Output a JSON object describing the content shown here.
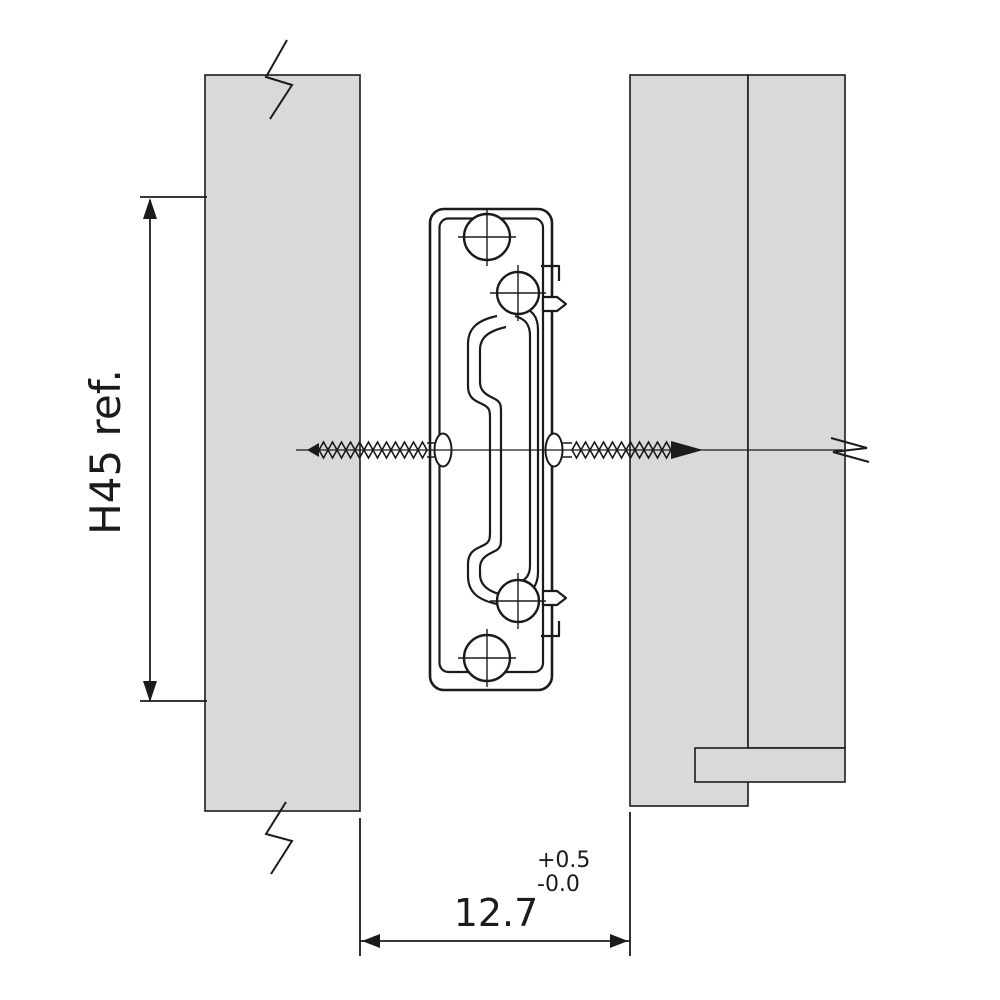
{
  "diagram": {
    "kind": "technical-drawing-drawer-slide-cross-section",
    "labels": {
      "height_ref": "H45 ref.",
      "width_value": "12.7",
      "tolerance_upper": "+0.5",
      "tolerance_lower": "-0.0"
    },
    "colors": {
      "background": "#ffffff",
      "panel_fill": "#d9d9d9",
      "line": "#1b1b1b"
    }
  }
}
